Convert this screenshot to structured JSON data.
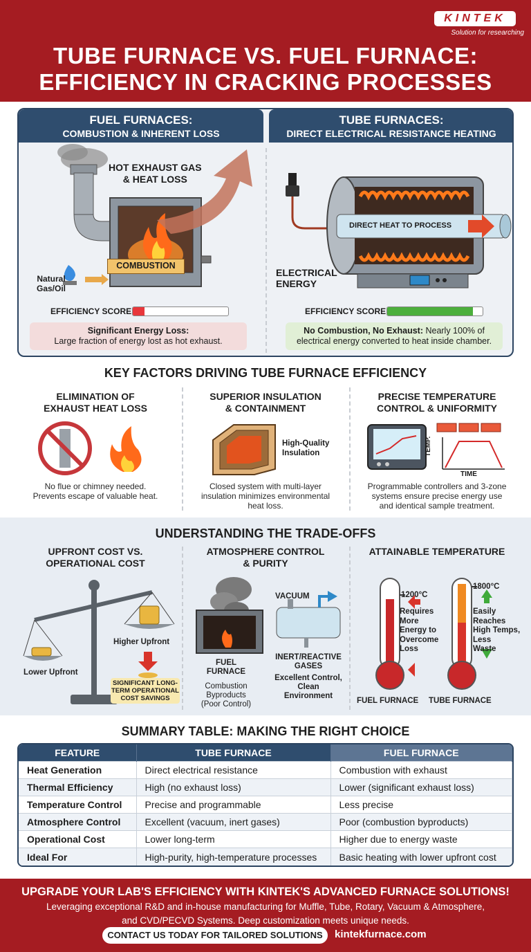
{
  "header": {
    "logo": "KINTEK",
    "tagline": "Solution for researching",
    "title_line1": "TUBE FURNACE VS. FUEL FURNACE:",
    "title_line2": "EFFICIENCY IN CRACKING PROCESSES"
  },
  "fuel_panel": {
    "title": "FUEL FURNACES:",
    "subtitle": "COMBUSTION & INHERENT LOSS",
    "exhaust_label_line1": "HOT EXHAUST GAS",
    "exhaust_label_line2": "& HEAT LOSS",
    "combustion_label": "COMBUSTION",
    "fuel_label_line1": "Natural",
    "fuel_label_line2": "Gas/Oil",
    "efficiency_label": "EFFICIENCY SCORE",
    "efficiency_level": 0.12,
    "note_title": "Significant Energy Loss:",
    "note_text": "Large fraction of energy lost as hot exhaust."
  },
  "tube_panel": {
    "title": "TUBE FURNACES:",
    "subtitle": "DIRECT ELECTRICAL RESISTANCE HEATING",
    "process_label": "DIRECT HEAT TO PROCESS",
    "energy_label_line1": "ELECTRICAL",
    "energy_label_line2": "ENERGY",
    "efficiency_label": "EFFICIENCY SCORE",
    "efficiency_level": 0.9,
    "note_title": "No Combustion, No Exhaust:",
    "note_text_1": "Nearly 100% of",
    "note_text_2": "electrical energy converted to heat inside chamber."
  },
  "key_factors": {
    "title": "KEY FACTORS DRIVING TUBE FURNACE EFFICIENCY",
    "items": [
      {
        "title_1": "ELIMINATION OF",
        "title_2": "EXHAUST HEAT LOSS",
        "desc_1": "No flue or chimney needed.",
        "desc_2": "Prevents escape of valuable heat.",
        "desc_3": ""
      },
      {
        "title_1": "SUPERIOR INSULATION",
        "title_2": "& CONTAINMENT",
        "desc_1": "Closed system with multi-layer",
        "desc_2": "insulation minimizes environmental",
        "desc_3": "heat loss.",
        "figure_label_1": "High-Quality",
        "figure_label_2": "Insulation"
      },
      {
        "title_1": "PRECISE TEMPERATURE",
        "title_2": "CONTROL & UNIFORMITY",
        "desc_1": "Programmable controllers and 3-zone",
        "desc_2": "systems ensure precise energy use",
        "desc_3": "and identical sample treatment.",
        "axis_y": "TEMP.",
        "axis_x": "TIME"
      }
    ]
  },
  "tradeoffs": {
    "title": "UNDERSTANDING THE TRADE-OFFS",
    "cost": {
      "title_1": "UPFRONT COST VS.",
      "title_2": "OPERATIONAL COST",
      "lower": "Lower Upfront",
      "higher": "Higher Upfront",
      "savings_1": "SIGNIFICANT LONG-",
      "savings_2": "TERM OPERATIONAL",
      "savings_3": "COST SAVINGS"
    },
    "atmosphere": {
      "title_1": "ATMOSPHERE CONTROL",
      "title_2": "& PURITY",
      "fuel_1": "FUEL",
      "fuel_2": "FURNACE",
      "fuel_note_1": "Combustion",
      "fuel_note_2": "Byproducts",
      "fuel_note_3": "(Poor Control)",
      "vacuum": "VACUUM",
      "gas_1": "INERT/REACTIVE",
      "gas_2": "GASES",
      "gas_note_1": "Excellent Control,",
      "gas_note_2": "Clean",
      "gas_note_3": "Environment"
    },
    "temperature": {
      "title": "ATTAINABLE TEMPERATURE",
      "fuel_temp": "1200°C",
      "fuel_note": [
        "Requires",
        "More",
        "Energy to",
        "Overcome",
        "Loss"
      ],
      "tube_temp": "1800°C",
      "tube_note": [
        "Easily",
        "Reaches",
        "High Temps,",
        "Less",
        "Waste"
      ],
      "fuel_label": "FUEL FURNACE",
      "tube_label": "TUBE FURNACE"
    }
  },
  "summary": {
    "title": "SUMMARY TABLE: MAKING THE RIGHT CHOICE",
    "headers": [
      "FEATURE",
      "TUBE FURNACE",
      "FUEL FURNACE"
    ],
    "rows": [
      [
        "Heat Generation",
        "Direct electrical resistance",
        "Combustion with exhaust"
      ],
      [
        "Thermal Efficiency",
        "High (no exhaust loss)",
        "Lower (significant exhaust loss)"
      ],
      [
        "Temperature Control",
        "Precise and programmable",
        "Less precise"
      ],
      [
        "Atmosphere Control",
        "Excellent (vacuum, inert gases)",
        "Poor (combustion byproducts)"
      ],
      [
        "Operational Cost",
        "Lower long-term",
        "Higher due to energy waste"
      ],
      [
        "Ideal For",
        "High-purity, high-temperature processes",
        "Basic heating with lower upfront cost"
      ]
    ]
  },
  "footer": {
    "headline": "UPGRADE YOUR LAB'S EFFICIENCY WITH KINTEK'S ADVANCED FURNACE SOLUTIONS!",
    "desc_1": "Leveraging exceptional R&D and in-house manufacturing for Muffle, Tube, Rotary, Vacuum & Atmosphere,",
    "desc_2": "and CVD/PECVD Systems. Deep customization meets unique needs.",
    "cta": "CONTACT US TODAY FOR TAILORED SOLUTIONS",
    "website": "kintekfurnace.com"
  },
  "colors": {
    "brand_red": "#a51c22",
    "panel_blue": "#2f4d6e",
    "bad": "#e8373b",
    "good": "#4caf3c"
  }
}
